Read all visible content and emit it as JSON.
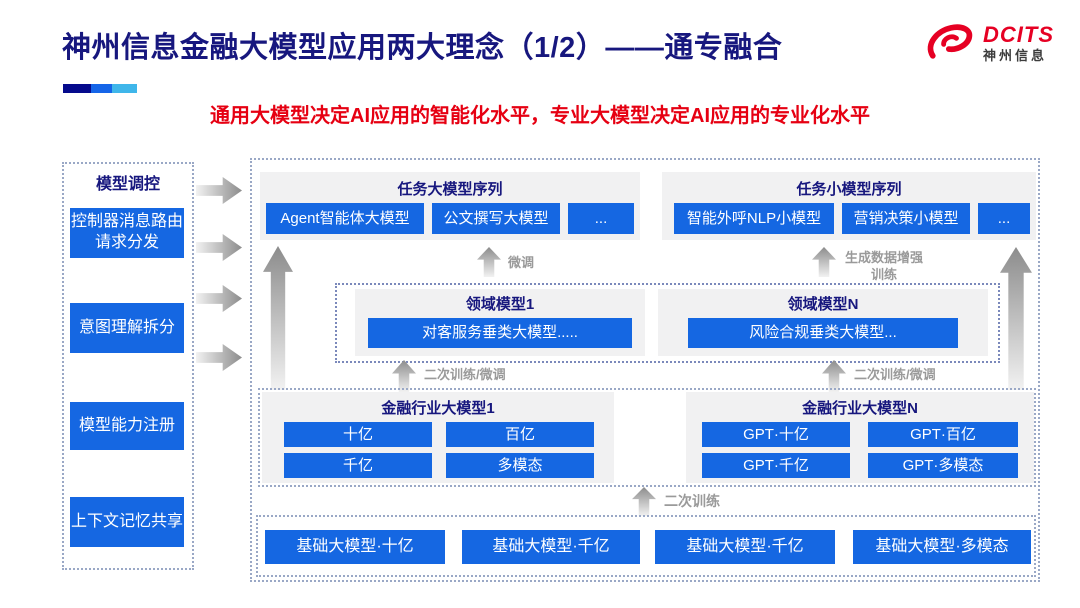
{
  "header": {
    "title": "神州信息金融大模型应用两大理念（1/2）——通专融合",
    "subtitle": "通用大模型决定AI应用的智能化水平，专业大模型决定AI应用的专业化水平",
    "logo_text": "DCITS",
    "logo_company": "神州信息"
  },
  "colors": {
    "accent_blue": "#1567e2",
    "title_navy": "#17177e",
    "subtitle_red": "#e60012",
    "brand_red": "#e60023",
    "panel_gray": "#f1f1f2",
    "arrow_gray": "#8c8c8c"
  },
  "sidebar": {
    "title": "模型调控",
    "items": [
      {
        "label": "控制器消息路由请求分发"
      },
      {
        "label": "意图理解拆分"
      },
      {
        "label": "模型能力注册"
      },
      {
        "label": "上下文记忆共享"
      }
    ]
  },
  "main": {
    "task_large_series": {
      "title": "任务大模型序列",
      "items": [
        "Agent智能体大模型",
        "公文撰写大模型",
        "..."
      ]
    },
    "task_small_series": {
      "title": "任务小模型序列",
      "items": [
        "智能外呼NLP小模型",
        "营销决策小模型",
        "..."
      ]
    },
    "arrow_labels": {
      "fine_tune": "微调",
      "gen_data_train": "生成数据增强训练",
      "retrain_finetune": "二次训练/微调",
      "retrain": "二次训练"
    },
    "domain_models": {
      "box1": {
        "title": "领域模型1",
        "model": "对客服务垂类大模型....."
      },
      "boxN": {
        "title": "领域模型N",
        "model": "风险合规垂类大模型..."
      }
    },
    "industry_models": {
      "box1": {
        "title": "金融行业大模型1",
        "items": [
          "十亿",
          "百亿",
          "千亿",
          "多模态"
        ]
      },
      "boxN": {
        "title": "金融行业大模型N",
        "items": [
          "GPT·十亿",
          "GPT·百亿",
          "GPT·千亿",
          "GPT·多模态"
        ]
      }
    },
    "base_models": {
      "items": [
        "基础大模型·十亿",
        "基础大模型·千亿",
        "基础大模型·千亿",
        "基础大模型·多模态"
      ]
    }
  }
}
